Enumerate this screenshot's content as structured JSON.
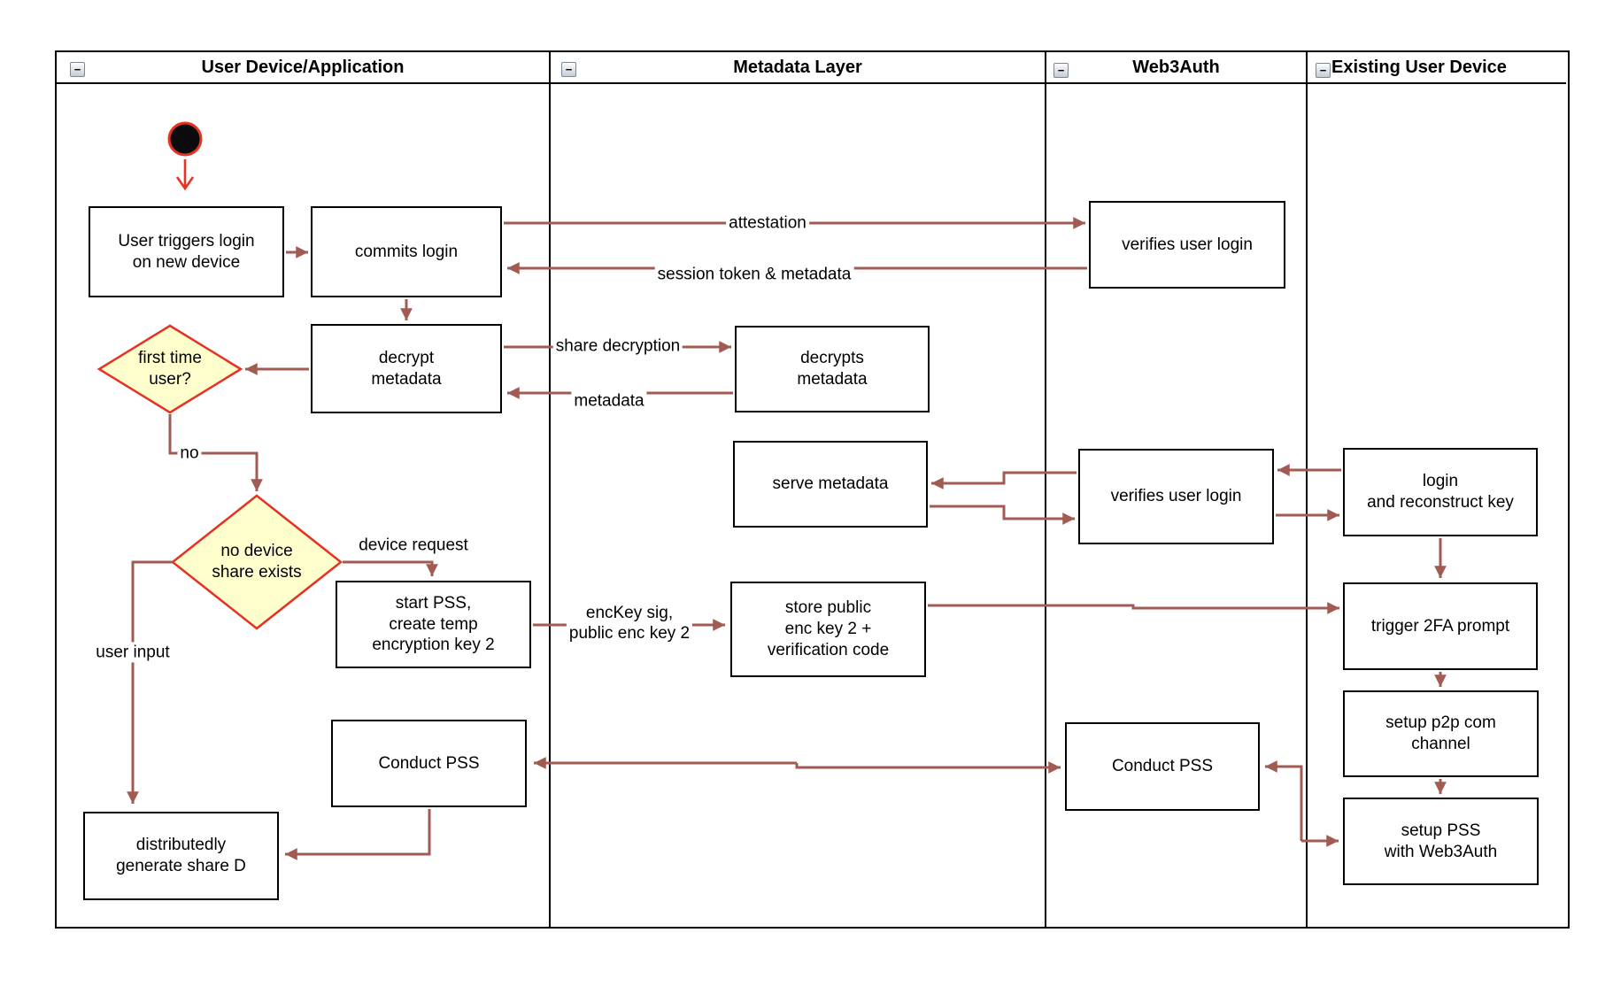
{
  "header": {
    "collapse_glyph": "−",
    "lanes": [
      {
        "label": "User Device/Application"
      },
      {
        "label": "Metadata Layer"
      },
      {
        "label": "Web3Auth"
      },
      {
        "label": "Existing User Device"
      }
    ]
  },
  "nodes": {
    "user_triggers": {
      "label": "User triggers login\non new device"
    },
    "commits_login": {
      "label": "commits login"
    },
    "decrypt_metadata": {
      "label": "decrypt\nmetadata"
    },
    "first_time_user": {
      "label": "first time\nuser?"
    },
    "no_device_share": {
      "label": "no device\nshare exists"
    },
    "start_pss": {
      "label": "start PSS,\ncreate temp\nencryption key 2"
    },
    "conduct_pss_user": {
      "label": "Conduct PSS"
    },
    "distributedly": {
      "label": "distributedly\ngenerate share D"
    },
    "decrypts_metadata": {
      "label": "decrypts\nmetadata"
    },
    "serve_metadata": {
      "label": "serve metadata"
    },
    "store_public": {
      "label": "store public\nenc key 2 +\nverification code"
    },
    "verifies_top": {
      "label": "verifies user login"
    },
    "verifies_mid": {
      "label": "verifies user login"
    },
    "conduct_pss_web3": {
      "label": "Conduct PSS"
    },
    "login_reconstruct": {
      "label": "login\nand reconstruct key"
    },
    "trigger_2fa": {
      "label": "trigger 2FA prompt"
    },
    "setup_p2p": {
      "label": "setup p2p com\nchannel"
    },
    "setup_pss": {
      "label": "setup PSS\nwith Web3Auth"
    }
  },
  "edge_labels": {
    "attestation": "attestation",
    "session_token": "session token & metadata",
    "share_decryption": "share decryption",
    "metadata": "metadata",
    "no": "no",
    "device_request": "device request",
    "enckey": "encKey sig,\npublic enc key 2",
    "user_input": "user input"
  },
  "colors": {
    "connector": "#A25B52",
    "start_accent": "#E83323",
    "diamond_fill": "#FFFFCE",
    "diamond_border": "#E63222",
    "box_border": "#000000"
  }
}
